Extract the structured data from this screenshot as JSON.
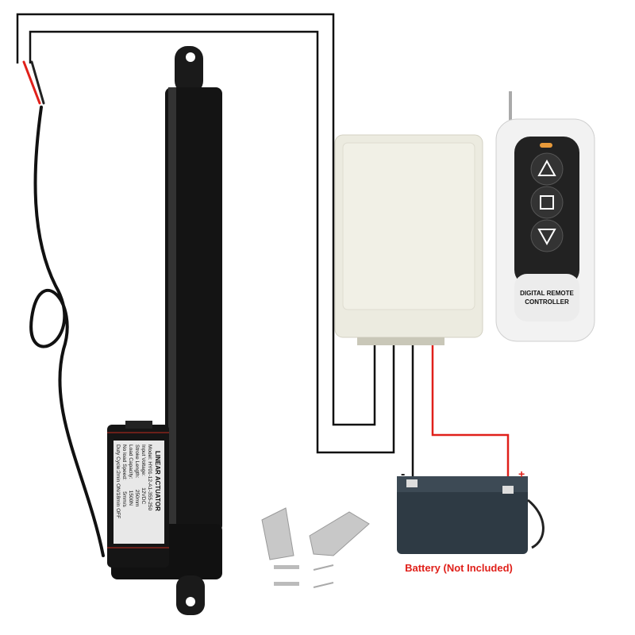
{
  "actuator_label": {
    "title": "LINEAR ACTUATOR",
    "lines": [
      "Model: HY01-12-A1-355-250",
      "Input Voltage:        12VDC",
      "Stroke Length:        250mm",
      "Load Capacity:        1500N",
      "No load Speed:        5mm/s",
      "Duty Cycle:2min ON/18min OFF"
    ]
  },
  "remote": {
    "label_line1": "DIGITAL REMOTE",
    "label_line2": "CONTROLLER",
    "buttons": [
      "up-triangle-icon",
      "stop-square-icon",
      "down-triangle-icon"
    ]
  },
  "battery": {
    "minus": "-",
    "plus": "+",
    "caption": "Battery (Not Included)"
  },
  "colors": {
    "wire_black": "#111111",
    "wire_red": "#e0201a",
    "caption_red": "#e0201a",
    "receiver": "#ecebe0",
    "battery": "#2e3a44"
  }
}
